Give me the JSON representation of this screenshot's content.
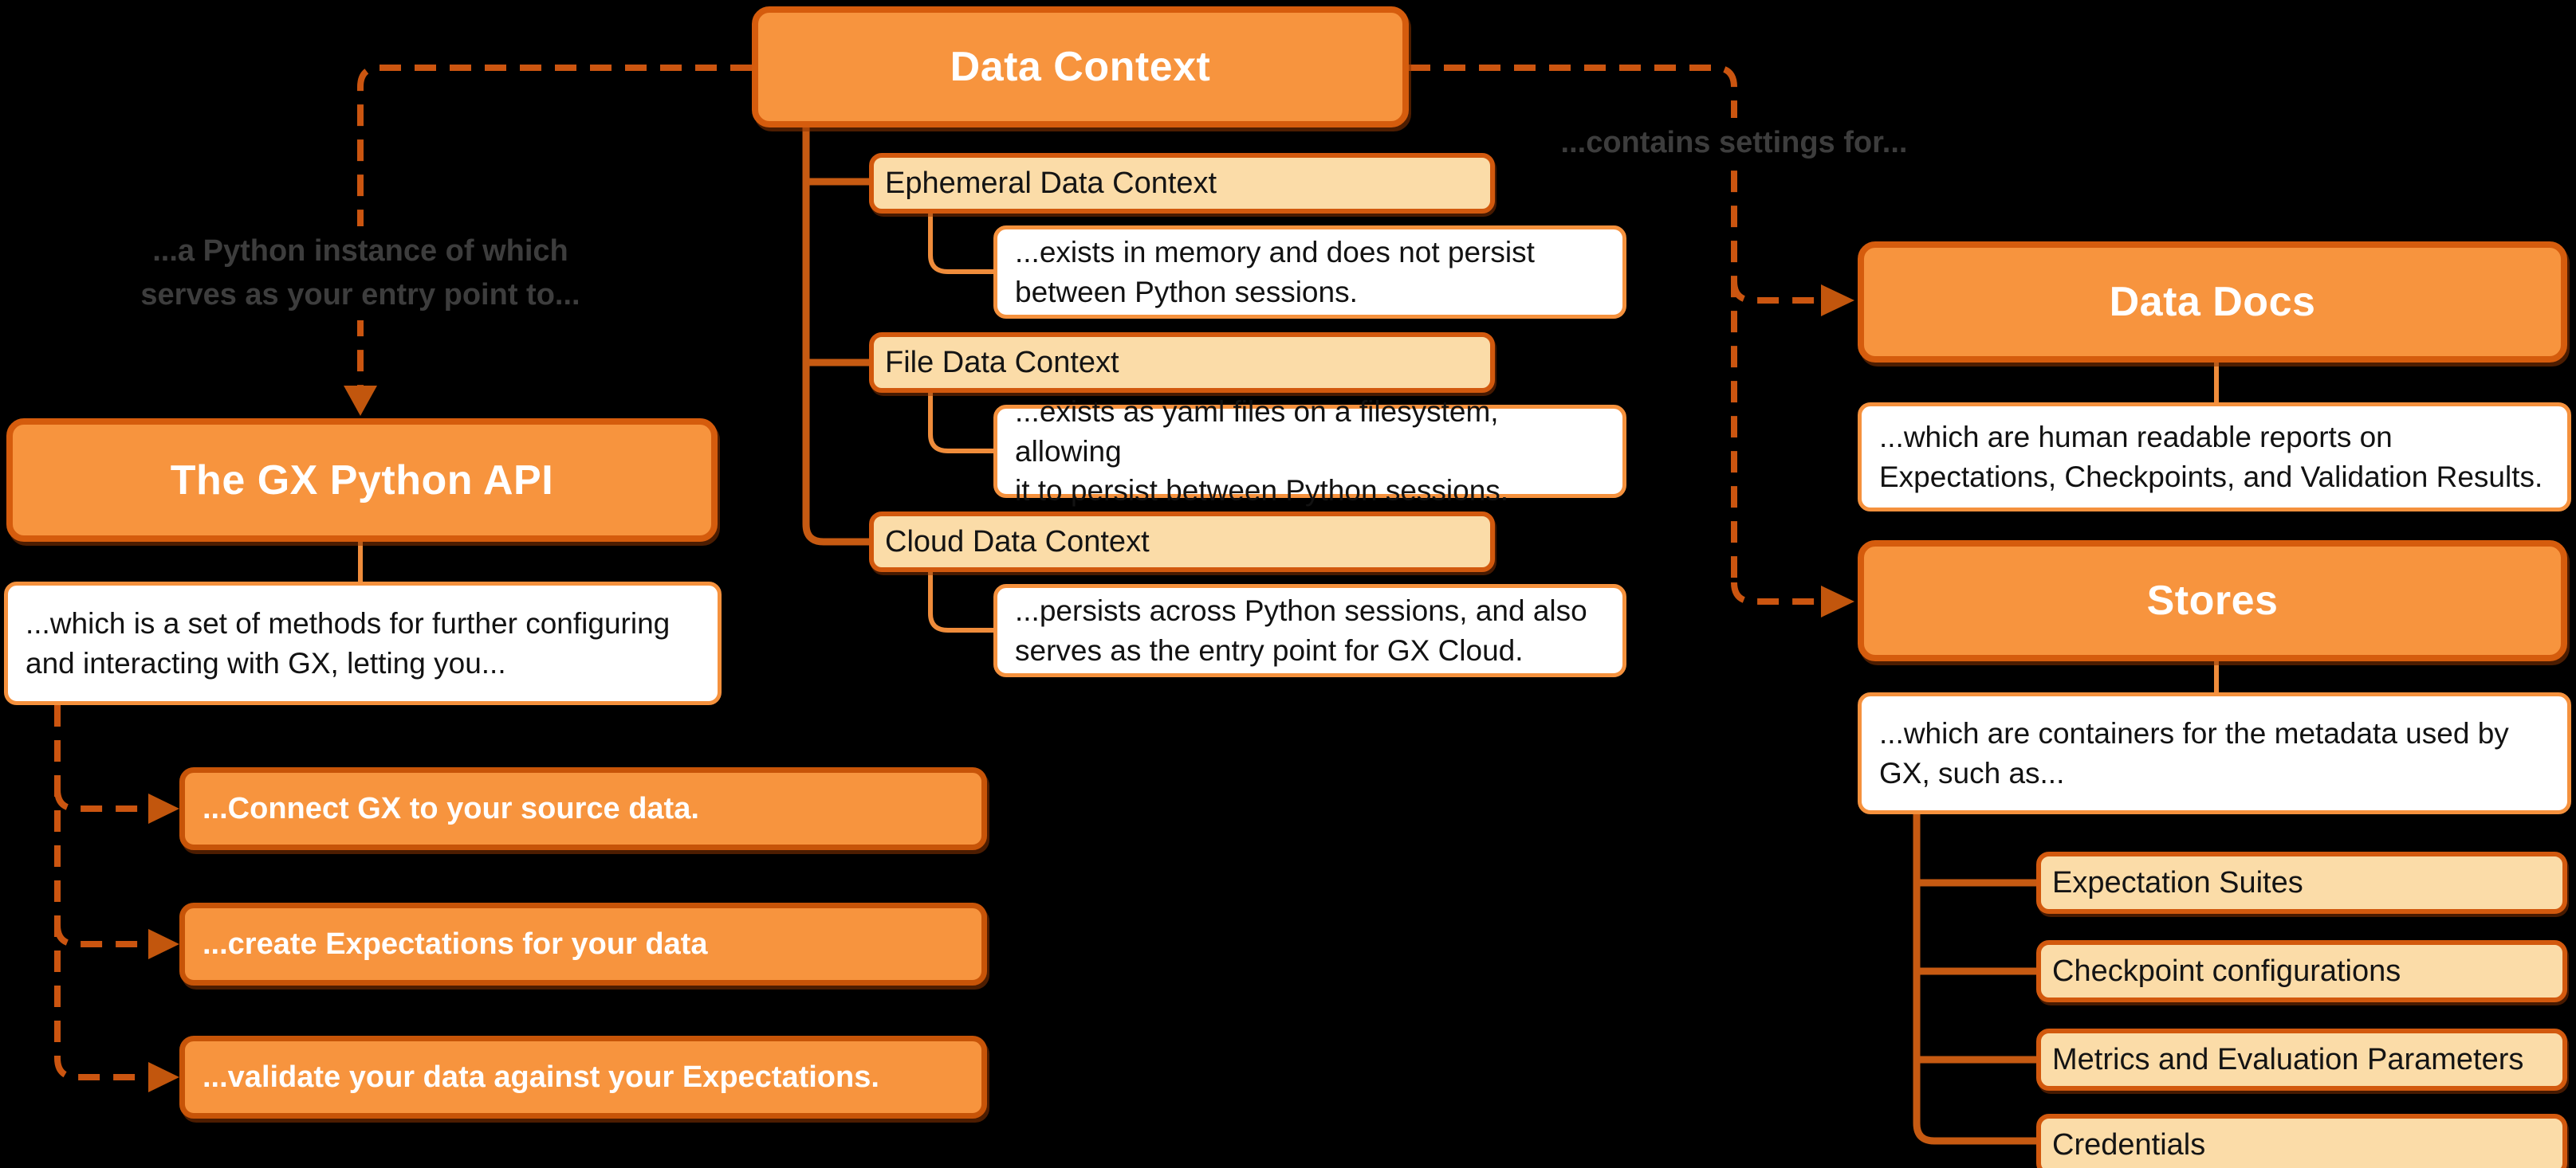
{
  "diagram": {
    "background": "#000000",
    "colors": {
      "header_fill": "#F7943E",
      "header_border": "#D55C0D",
      "light_fill": "#FBDCA8",
      "light_border": "#D2590E",
      "white_box_border": "#F5913D",
      "solid_wire": "#C65A12",
      "light_wire": "#EF8C3B",
      "dashed_wire": "#CB5510",
      "annotation_gray": "#3D3D3D"
    }
  },
  "labels": {
    "python_instance": "...a Python instance of which\nserves as your entry point to...",
    "contains_settings": "...contains settings for..."
  },
  "nodes": {
    "data_context": {
      "title": "Data Context"
    },
    "gx_api": {
      "title": "The GX Python API",
      "description": "...which is a set of methods for further configuring\nand interacting with GX, letting you..."
    },
    "actions": [
      {
        "label": "...Connect GX to your source data."
      },
      {
        "label": "...create Expectations for your data"
      },
      {
        "label": "...validate your data against your Expectations."
      }
    ],
    "context_types": [
      {
        "label": "Ephemeral Data Context",
        "description": "...exists in memory and does not persist\nbetween Python sessions."
      },
      {
        "label": "File Data Context",
        "description": "...exists as yaml files on a filesystem, allowing\nit to persist between Python sessions."
      },
      {
        "label": "Cloud Data Context",
        "description": "...persists across Python sessions, and also\nserves as the entry point for GX Cloud."
      }
    ],
    "data_docs": {
      "title": "Data Docs",
      "description": "...which are human readable reports on\nExpectations, Checkpoints, and Validation Results."
    },
    "stores": {
      "title": "Stores",
      "description": "...which are containers for the metadata used by\nGX, such as...",
      "items": [
        "Expectation Suites",
        "Checkpoint configurations",
        "Metrics and Evaluation Parameters",
        "Credentials"
      ]
    }
  }
}
